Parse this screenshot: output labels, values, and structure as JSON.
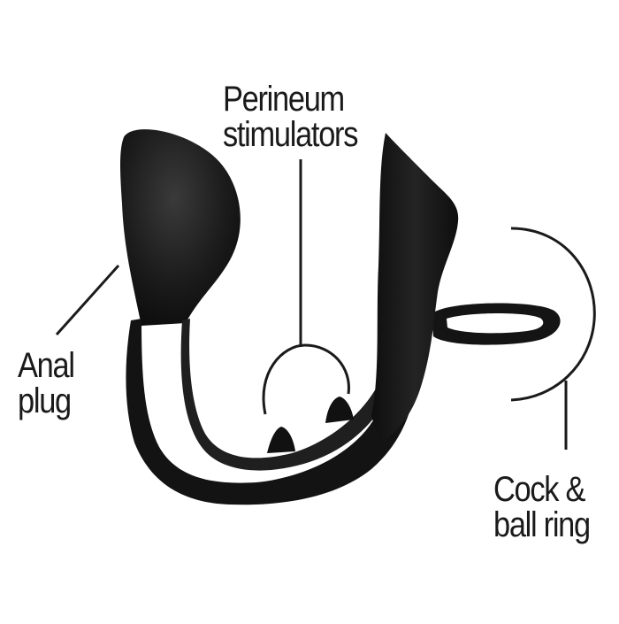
{
  "labels": {
    "perineum": {
      "line1": "Perineum",
      "line2": "stimulators"
    },
    "anal_plug": {
      "line1": "Anal",
      "line2": "plug"
    },
    "cock_ring": {
      "line1": "Cock &",
      "line2": "ball ring"
    }
  },
  "colors": {
    "background": "#ffffff",
    "product": "#161616",
    "callout_line": "#1a1a1a",
    "text": "#1a1a1a"
  }
}
